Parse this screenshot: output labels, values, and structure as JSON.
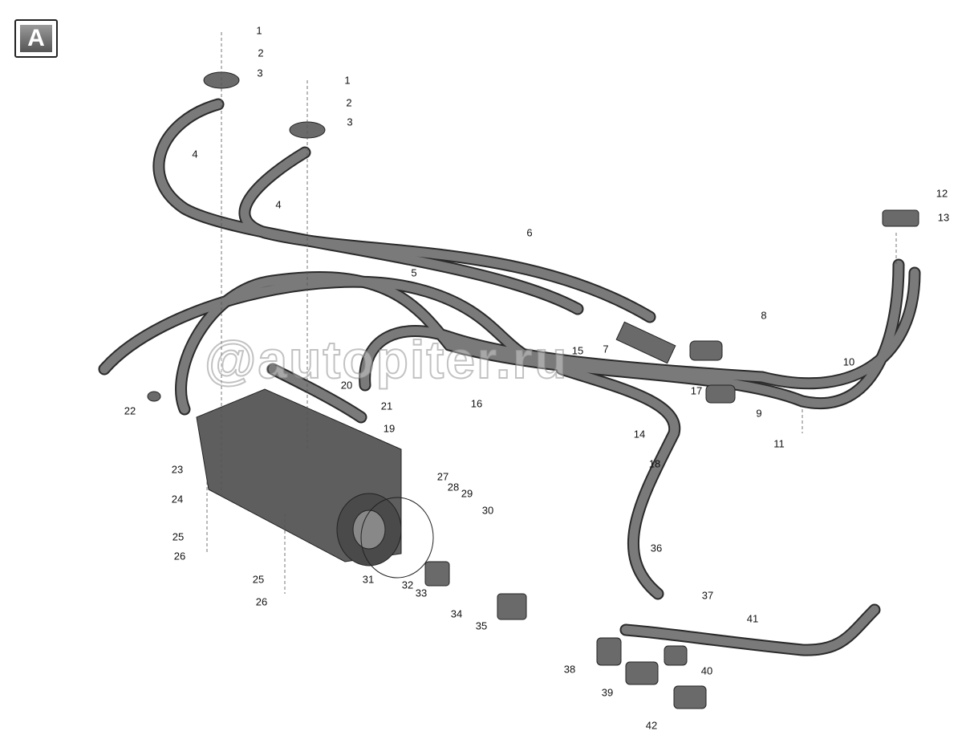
{
  "view_badge": "A",
  "watermark": "@autopiter.ru",
  "callouts": [
    "1",
    "2",
    "3",
    "4",
    "1",
    "2",
    "3",
    "4",
    "5",
    "6",
    "7",
    "8",
    "9",
    "10",
    "11",
    "12",
    "13",
    "14",
    "15",
    "16",
    "17",
    "18",
    "19",
    "20",
    "21",
    "22",
    "23",
    "24",
    "25",
    "26",
    "25",
    "26",
    "27",
    "28",
    "29",
    "30",
    "31",
    "32",
    "33",
    "34",
    "35",
    "36",
    "37",
    "38",
    "39",
    "40",
    "41",
    "42"
  ],
  "colors": {
    "hose": "#6e6e6e",
    "hose_outline": "#2a2a2a",
    "pump": "#5a5a5a"
  }
}
